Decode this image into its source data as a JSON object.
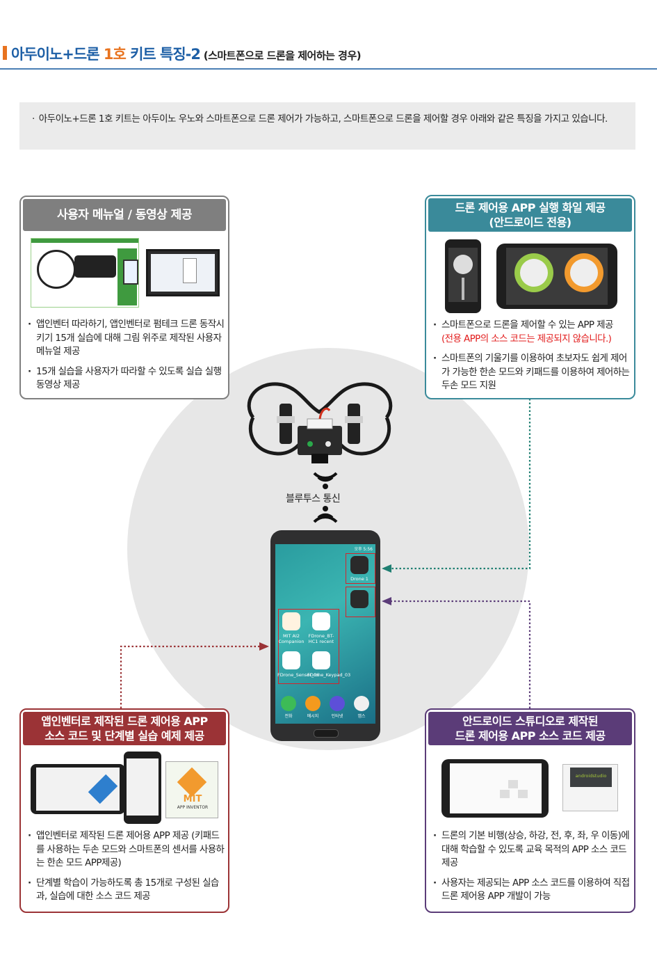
{
  "header": {
    "title_main": "아두이노+드론 ",
    "title_accent": "1호",
    "title_rest": " 키트 특징-2",
    "subtitle": " (스마트폰으로 드론을 제어하는 경우)",
    "accent_color": "#e8731f",
    "title_color": "#1d5fa6"
  },
  "intro": {
    "text": "아두이노+드론 1호 키트는 아두이노 우노와 스마트폰으로 드론 제어가 가능하고, 스마트폰으로 드론을 제어할 경우 아래와 같은 특징을 가지고 있습니다."
  },
  "center": {
    "bluetooth_label": "블루투스 통신"
  },
  "phone_screen": {
    "status": "오후 5:56",
    "apps": [
      {
        "label": "Drone 1"
      },
      {
        "label": "MIT AI2 Companion"
      },
      {
        "label": "FDrone_BT-HC1 recent"
      },
      {
        "label": "FDrone_Sensor_06"
      },
      {
        "label": "FDrone_Keypad_03"
      }
    ],
    "dock": [
      {
        "label": "전화"
      },
      {
        "label": "메시지"
      },
      {
        "label": "인터넷"
      },
      {
        "label": "앱스"
      }
    ]
  },
  "box_manual": {
    "title": "사용자 메뉴얼 / 동영상 제공",
    "color": "#7f7f7f",
    "items": [
      "앱인벤터 따라하기, 앱인벤터로 펌테크 드론 동작시키기 15개 실습에 대해 그림 위주로 제작된 사용자 메뉴얼 제공",
      "15개 실습을 사용자가 따라할 수 있도록 실습 실행 동영상 제공"
    ]
  },
  "box_app": {
    "title_line1": "드론 제어용 APP 실행 화일 제공",
    "title_line2": "(안드로이드 전용)",
    "color": "#3a8a9a",
    "item1": "스마트폰으로 드론을 제어할 수 있는 APP 제공",
    "item1_red": "(전용 APP의 소스 코드는 제공되지 않습니다.)",
    "item2": "스마트폰의 기울기를 이용하여 초보자도 쉽게 제어가 가능한 한손 모드와 키패드를 이용하여 제어하는 두손 모드 지원"
  },
  "box_appinventor": {
    "title_line1": "앱인벤터로 제작된 드론 제어용 APP",
    "title_line2": "소스 코드 및 단계별 실습 예제 제공",
    "color": "#9b3336",
    "items": [
      "앱인벤터로 제작된 드론 제어용 APP 제공 (키패드를 사용하는 두손 모드와 스마트폰의 센서를 사용하는 한손 모드 APP제공)",
      "단계별 학습이 가능하도록 총 15개로 구성된 실습과, 실습에 대한 소스 코드 제공"
    ],
    "mit_label": "MIT",
    "mit_sub": "APP INVENTOR"
  },
  "box_studio": {
    "title_line1": "안드로이드 스튜디오로 제작된",
    "title_line2": "드론 제어용 APP 소스 코드 제공",
    "color": "#5b3c78",
    "items": [
      "드론의 기본 비행(상승, 하강, 전, 후, 좌, 우 이동)에 대해 학습할 수 있도록 교육 목적의 APP 소스 코드 제공",
      "사용자는 제공되는 APP 소스 코드를 이용하여 직접 드론 제어용 APP 개발이 가능"
    ],
    "studio_label": "androidstudio"
  }
}
